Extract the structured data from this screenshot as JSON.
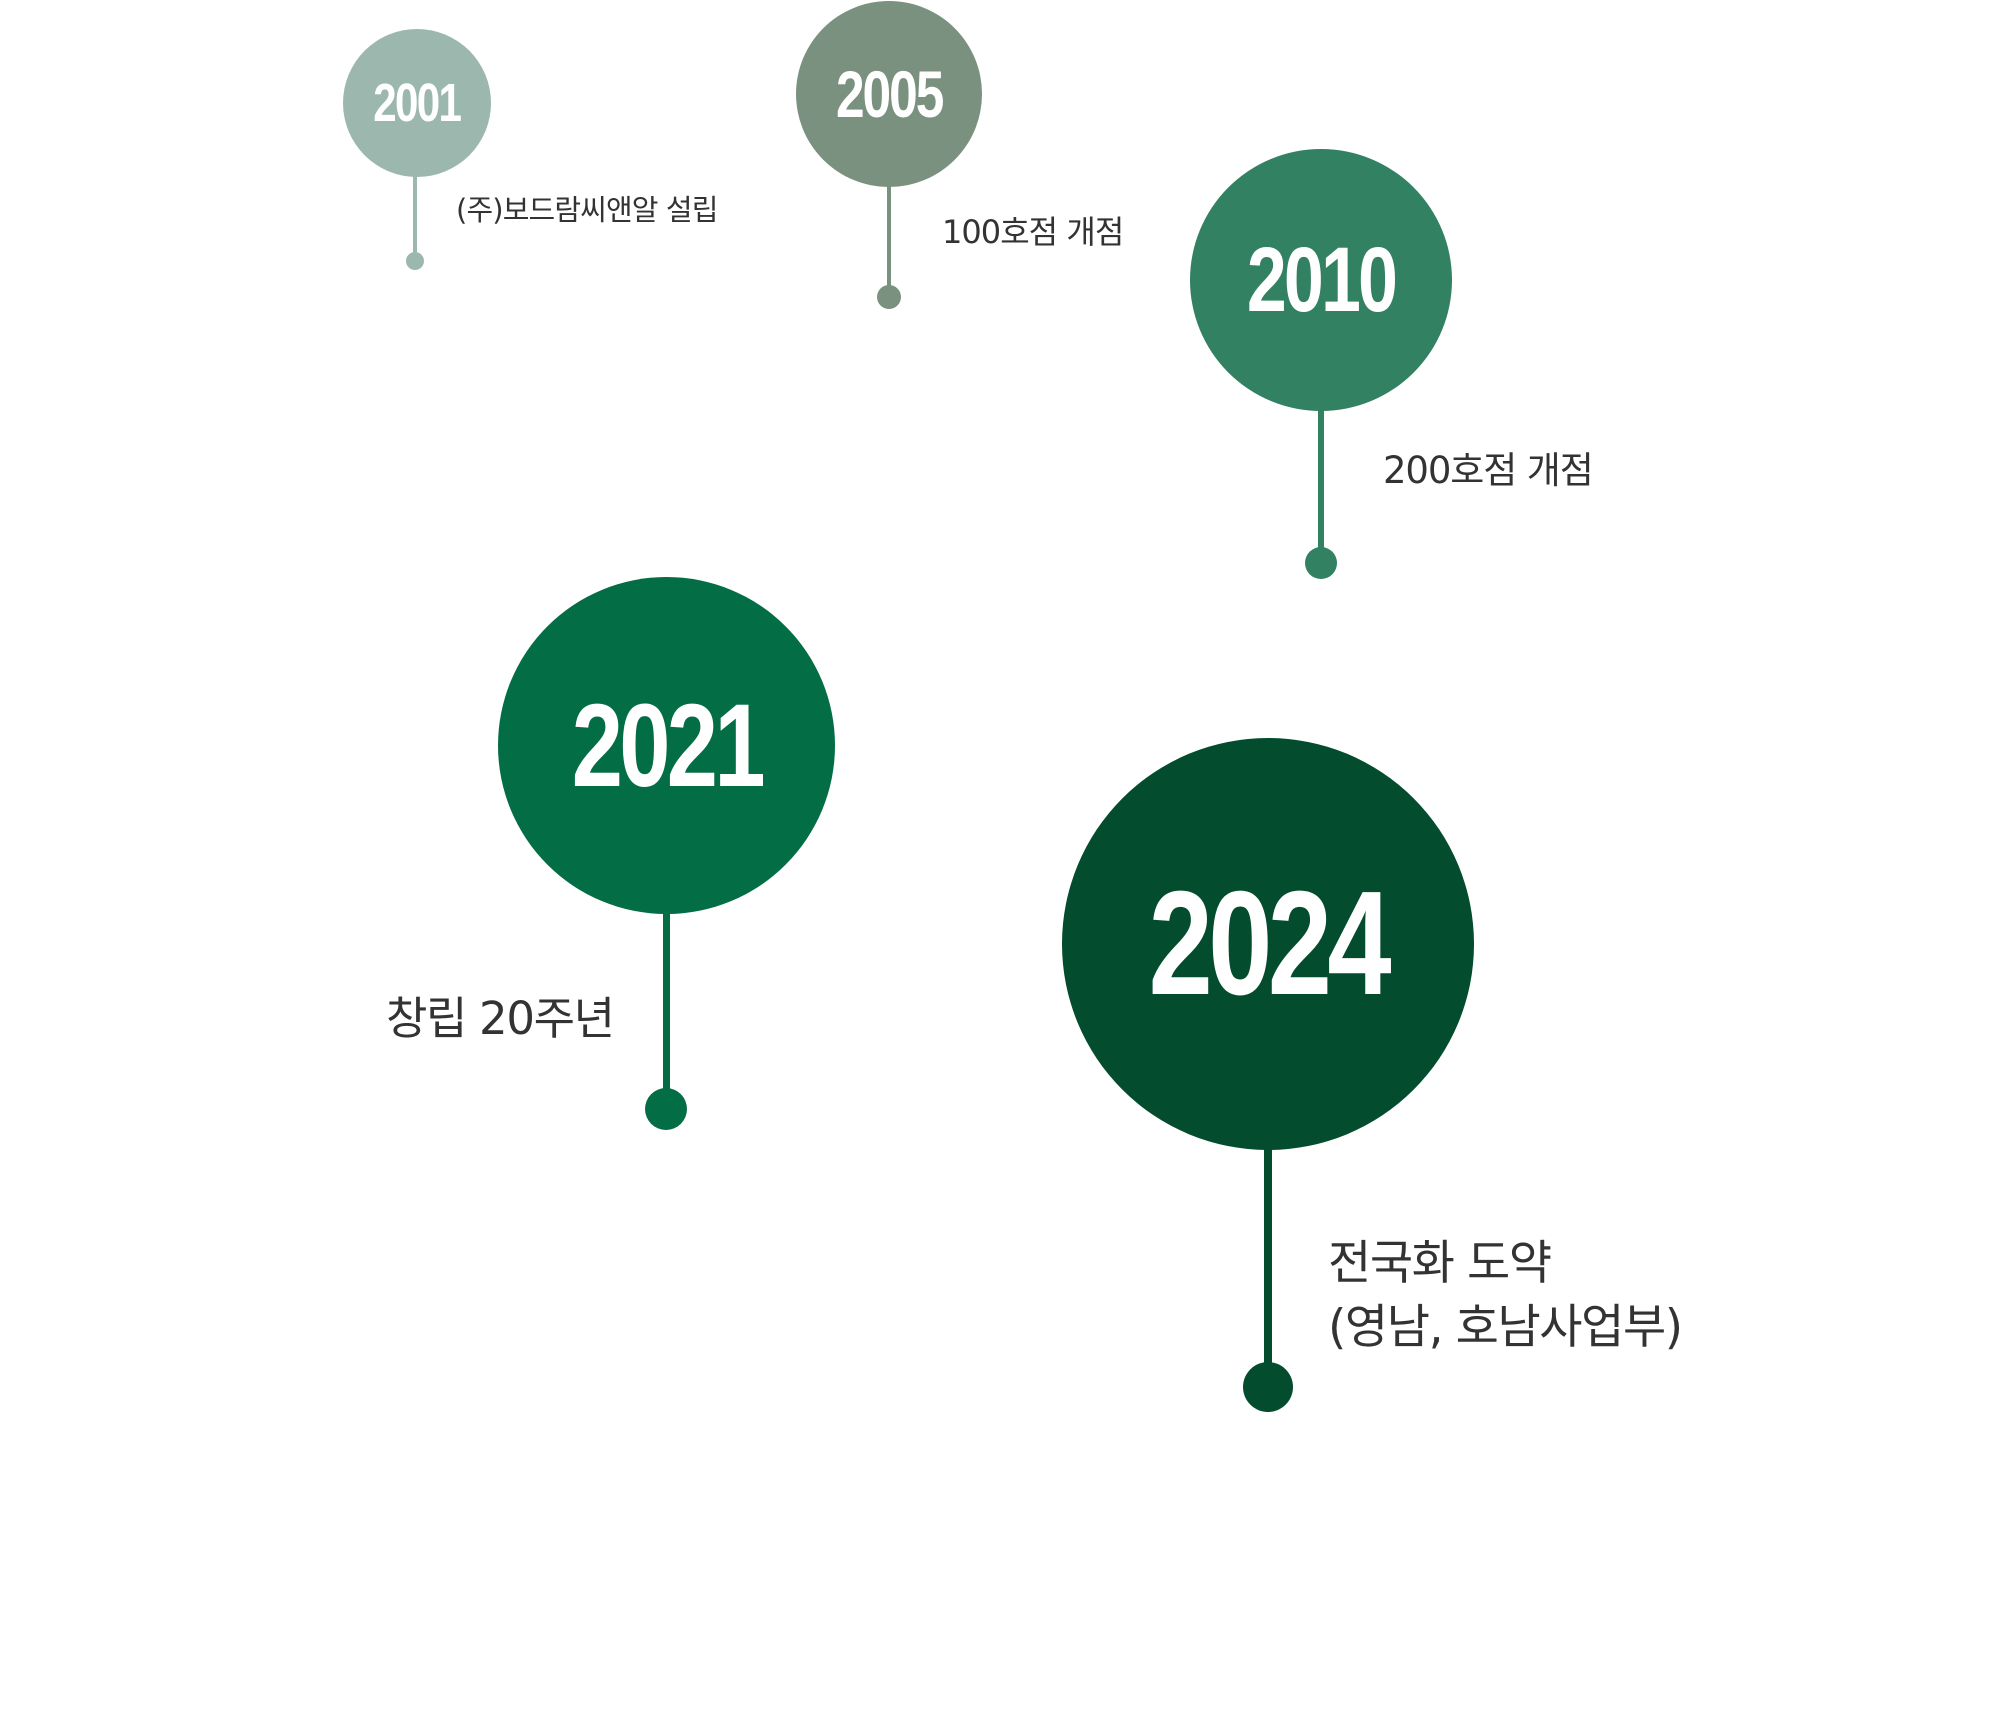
{
  "milestones": [
    {
      "year": "2001",
      "label_lines": [
        "(주)보드람씨앤알 설립"
      ],
      "color": "#9cb8ae"
    },
    {
      "year": "2005",
      "label_lines": [
        "100호점 개점"
      ],
      "color": "#7b917f"
    },
    {
      "year": "2010",
      "label_lines": [
        "200호점 개점"
      ],
      "color": "#318162"
    },
    {
      "year": "2021",
      "label_lines": [
        "창립 20주년"
      ],
      "color": "#036d45"
    },
    {
      "year": "2024",
      "label_lines": [
        "전국화 도약",
        "(영남, 호남사업부)"
      ],
      "color": "#034c2d"
    }
  ]
}
